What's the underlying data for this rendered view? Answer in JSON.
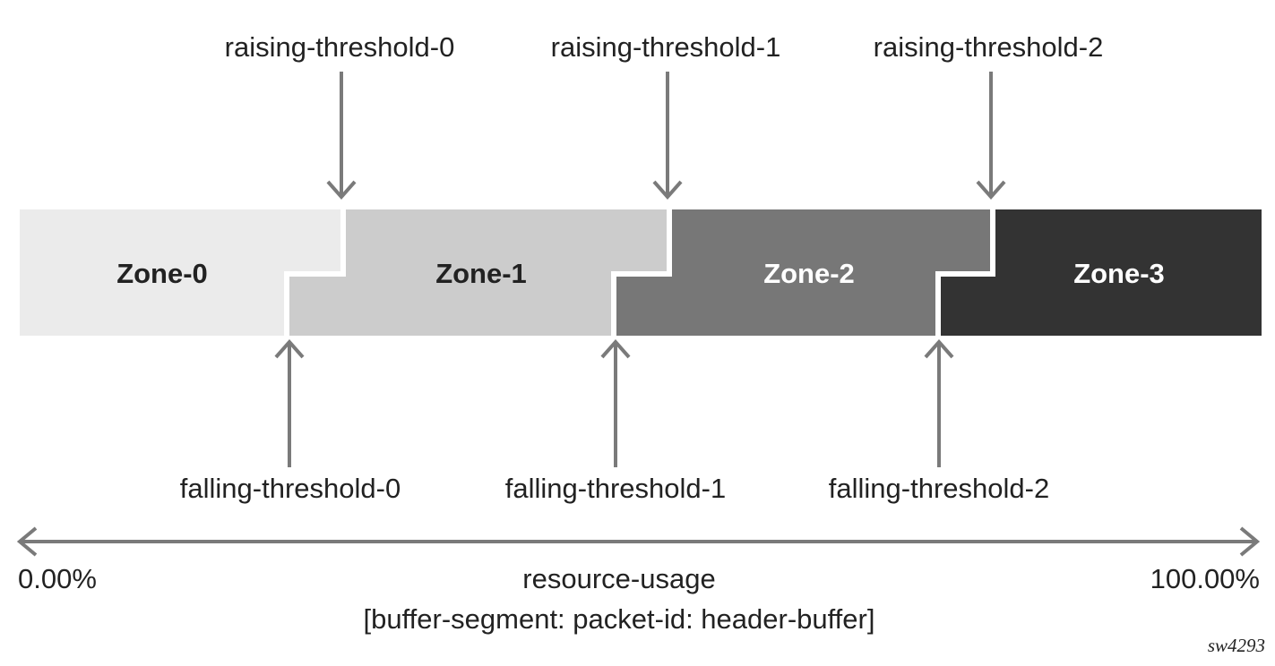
{
  "diagram": {
    "zones": [
      {
        "label": "Zone-0",
        "fill": "#ebebeb",
        "text_color": "#222222"
      },
      {
        "label": "Zone-1",
        "fill": "#cccccc",
        "text_color": "#222222"
      },
      {
        "label": "Zone-2",
        "fill": "#777777",
        "text_color": "#ffffff"
      },
      {
        "label": "Zone-3",
        "fill": "#333333",
        "text_color": "#ffffff"
      }
    ],
    "raising_thresholds": [
      "raising-threshold-0",
      "raising-threshold-1",
      "raising-threshold-2"
    ],
    "falling_thresholds": [
      "falling-threshold-0",
      "falling-threshold-1",
      "falling-threshold-2"
    ],
    "axis": {
      "min_label": "0.00%",
      "max_label": "100.00%",
      "title": "resource-usage",
      "subtitle": "[buffer-segment: packet-id: header-buffer]",
      "color": "#7a7a7a"
    },
    "figure_id": "sw4293"
  }
}
